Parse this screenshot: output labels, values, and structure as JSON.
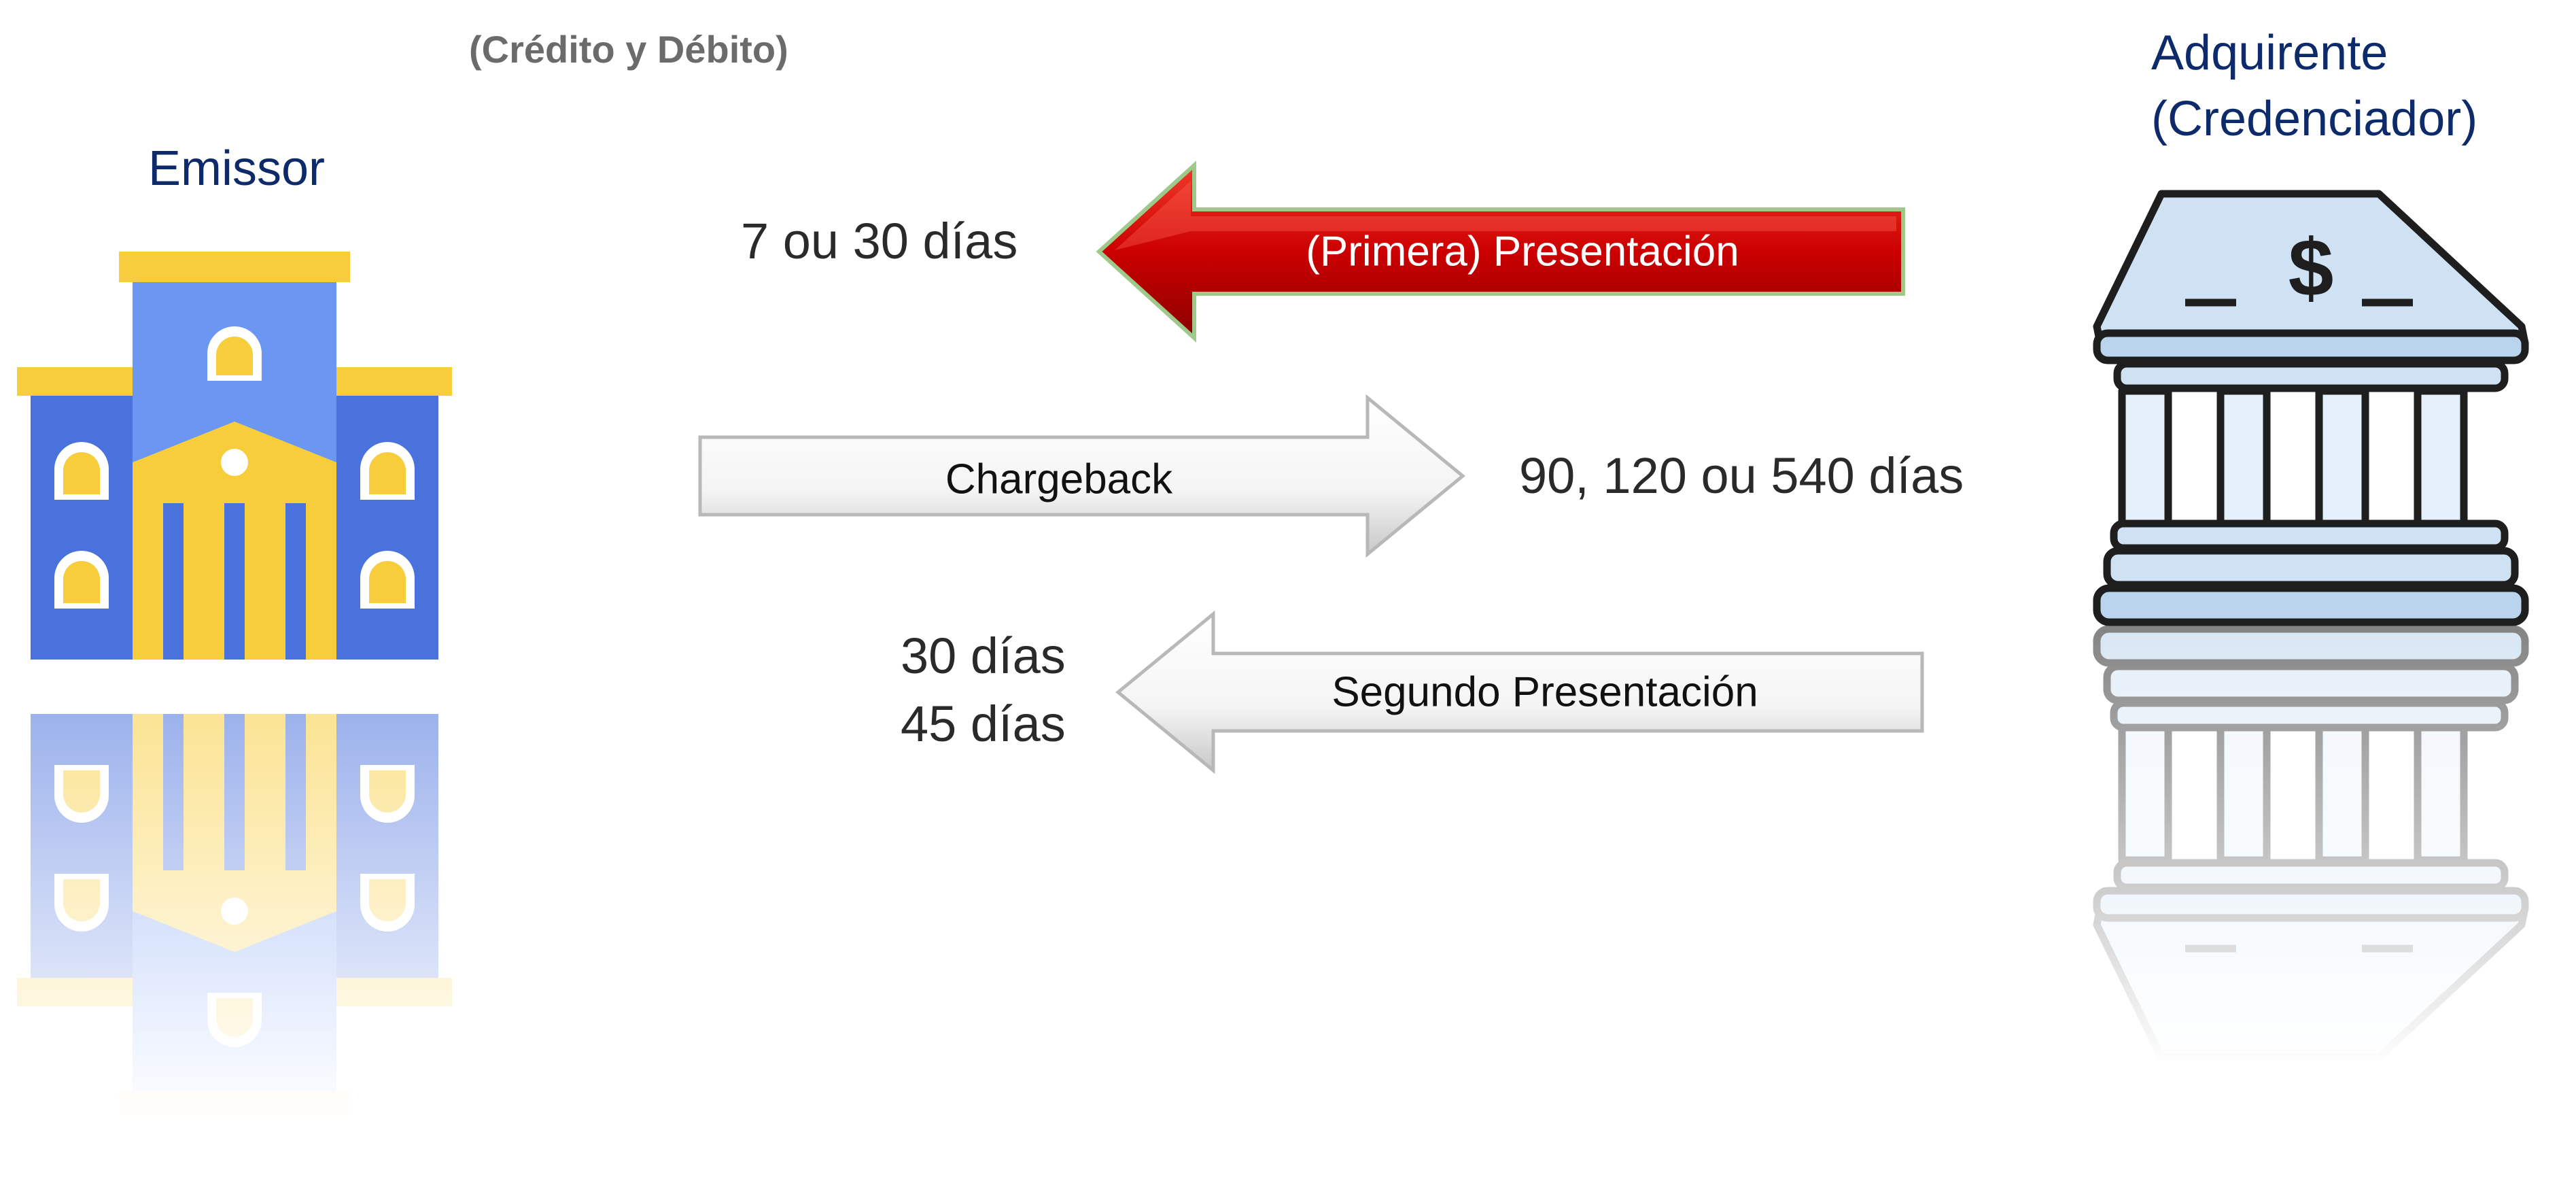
{
  "header": {
    "subtitle": "(Crédito y Débito)"
  },
  "entities": {
    "issuer": {
      "label": "Emissor",
      "icon": "university-building-icon"
    },
    "acquirer": {
      "label_line1": "Adquirente",
      "label_line2": "(Credenciador)",
      "icon": "bank-dollar-icon"
    }
  },
  "flows": [
    {
      "label": "(Primera) Presentación",
      "direction": "to-issuer",
      "duration": "7 ou 30 días",
      "fill": "#cc0000"
    },
    {
      "label": "Chargeback",
      "direction": "to-acquirer",
      "duration": "90, 120 ou 540 días",
      "fill": "#f2f2f2"
    },
    {
      "label": "Segundo Presentación",
      "direction": "to-issuer",
      "duration_line1": "30 días",
      "duration_line2": "45 días",
      "fill": "#f2f2f2"
    }
  ],
  "colors": {
    "entity_label": "#0d2a6b",
    "issuer_blue": "#4a72dc",
    "issuer_yellow": "#f8cd3c",
    "acquirer_fill": "#cfe2f3",
    "acquirer_outline": "#1e1e1e"
  }
}
